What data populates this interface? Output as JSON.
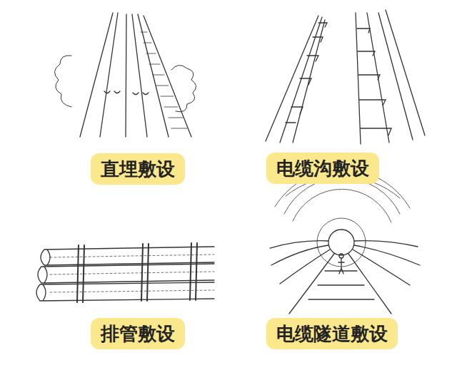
{
  "diagram": {
    "nodes": [
      {
        "text": [
          "直埋敷设"
        ]
      },
      {
        "text": [
          "电缆沟敷设"
        ]
      },
      {
        "text": [
          "排管敷设"
        ]
      },
      {
        "text": [
          "电缆隧道敷设"
        ]
      }
    ]
  }
}
